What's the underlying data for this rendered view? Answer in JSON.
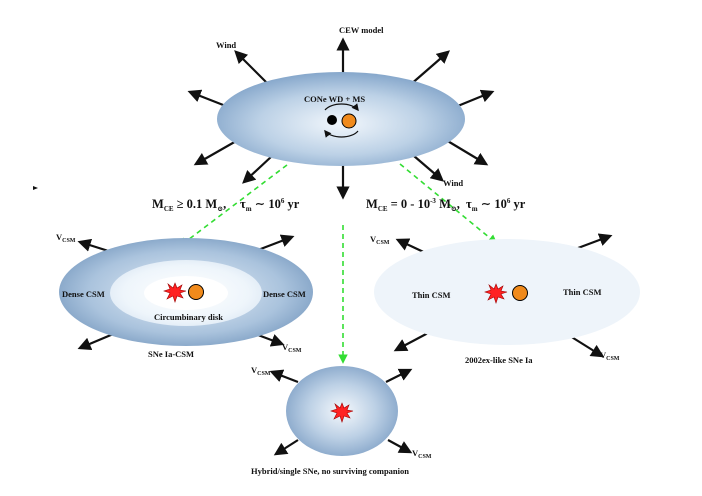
{
  "title": "CEW model",
  "center": {
    "label": "CONe WD + MS"
  },
  "wind_labels": {
    "upper_left": "Wind",
    "lower_right": "Wind"
  },
  "branch_left": {
    "mass_text": "M",
    "mass_sub": "CE",
    "mass_rel": " ≥ 0.1 M",
    "mass_unit_sub": "⊙",
    "mass_tail": ",",
    "tau_text": "τ",
    "tau_sub": "m",
    "tau_rel": " ∼ 10",
    "tau_exp": "6",
    "tau_unit": " yr"
  },
  "branch_right": {
    "mass_text": "M",
    "mass_sub": "CE",
    "mass_rel": " = 0 - 10",
    "mass_exp": "-3",
    "mass_unit": " M",
    "mass_unit_sub": "⊙",
    "mass_tail": ",",
    "tau_text": "τ",
    "tau_sub": "m",
    "tau_rel": " ∼ 10",
    "tau_exp": "6",
    "tau_unit": " yr"
  },
  "left_panel": {
    "dense_left": "Dense CSM",
    "dense_right": "Dense CSM",
    "disk": "Circumbinary disk",
    "caption": "SNe Ia-CSM"
  },
  "right_panel": {
    "thin_left": "Thin CSM",
    "thin_right": "Thin CSM",
    "caption": "2002ex-like SNe Ia"
  },
  "bottom_panel": {
    "caption": "Hybrid/single SNe, no surviving companion"
  },
  "vcsm": {
    "v": "V",
    "sub": "CSM"
  },
  "colors": {
    "shell_edge": "#7f9fc4",
    "shell_center": "#f4f8fc",
    "thin_shell": "#eef4fa",
    "disk": "#ffffff",
    "arrow": "#111111",
    "dashed": "#33dd33",
    "wd": "#000000",
    "ms": "#f08a1c",
    "sn": "#ff2222"
  }
}
